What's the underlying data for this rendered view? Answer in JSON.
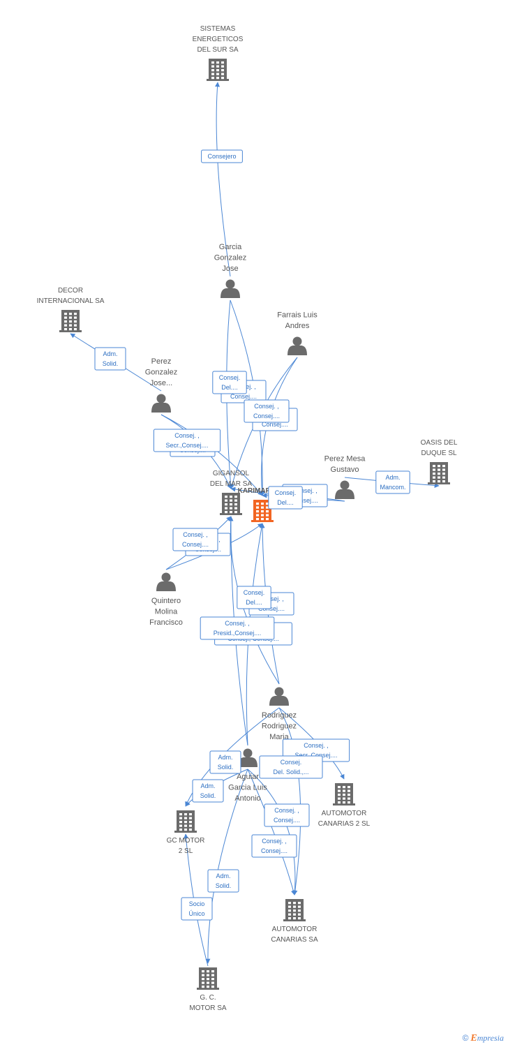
{
  "colors": {
    "edge": "#4a86d4",
    "icon": "#6b6b6b",
    "focus": "#f26522"
  },
  "nodes": [
    {
      "id": "sistemas",
      "kind": "company",
      "lines": [
        "SISTEMAS",
        "ENERGETICOS",
        "DEL SUR SA"
      ]
    },
    {
      "id": "decor",
      "kind": "company",
      "lines": [
        "DECOR",
        "INTERNACIONAL SA"
      ]
    },
    {
      "id": "garcia",
      "kind": "person",
      "lines": [
        "Garcia",
        "Gonzalez",
        "Jose"
      ]
    },
    {
      "id": "farrais",
      "kind": "person",
      "lines": [
        "Farrais Luis",
        "Andres"
      ]
    },
    {
      "id": "perezgj",
      "kind": "person",
      "lines": [
        "Perez",
        "Gonzalez",
        "Jose..."
      ]
    },
    {
      "id": "perezmesa",
      "kind": "person",
      "lines": [
        "Perez Mesa",
        "Gustavo"
      ]
    },
    {
      "id": "oasis",
      "kind": "company",
      "lines": [
        "OASIS DEL",
        "DUQUE SL"
      ]
    },
    {
      "id": "gigansol",
      "kind": "company",
      "lines": [
        "GIGANSOL",
        "DEL MAR SA"
      ]
    },
    {
      "id": "karimar",
      "kind": "focus",
      "lines": [
        "KARIMAR SL"
      ]
    },
    {
      "id": "quintero",
      "kind": "person",
      "lines": [
        "Quintero",
        "Molina",
        "Francisco"
      ]
    },
    {
      "id": "rodriguez",
      "kind": "person",
      "lines": [
        "Rodriguez",
        "Rodriguez",
        "Maria"
      ]
    },
    {
      "id": "aguiar",
      "kind": "person",
      "lines": [
        "Aguiar",
        "Garcia Luis",
        "Antonio"
      ]
    },
    {
      "id": "automotor2",
      "kind": "company",
      "lines": [
        "AUTOMOTOR",
        "CANARIAS 2 SL"
      ]
    },
    {
      "id": "gcmotor2",
      "kind": "company",
      "lines": [
        "GC MOTOR",
        "2 SL"
      ]
    },
    {
      "id": "automotor",
      "kind": "company",
      "lines": [
        "AUTOMOTOR",
        "CANARIAS SA"
      ]
    },
    {
      "id": "gcmotor",
      "kind": "company",
      "lines": [
        "G. C.",
        "MOTOR SA"
      ]
    }
  ],
  "relations": [
    {
      "from": "garcia",
      "to": "sistemas",
      "lines": [
        "Consejero"
      ]
    },
    {
      "from": "perezgj",
      "to": "decor",
      "lines": [
        "Adm.",
        "Solid."
      ]
    },
    {
      "from": "perezmesa",
      "to": "oasis",
      "lines": [
        "Adm.",
        "Mancom."
      ]
    },
    {
      "from": "garcia",
      "to": "karimar",
      "lines": [
        "Consej. ,",
        "Consej...."
      ]
    },
    {
      "from": "garcia",
      "to": "gigansol",
      "lines": [
        "Consej.",
        "Del...."
      ]
    },
    {
      "from": "farrais",
      "to": "karimar",
      "lines": [
        "Consej. ,",
        "Consej...."
      ]
    },
    {
      "from": "farrais",
      "to": "gigansol",
      "lines": [
        "Consej. ,",
        "Consej...."
      ]
    },
    {
      "from": "perezgj",
      "to": "karimar",
      "lines": [
        "Consej. ,",
        "Consej...."
      ]
    },
    {
      "from": "perezgj",
      "to": "gigansol",
      "lines": [
        "Consej. ,",
        "Secr.,Consej...."
      ]
    },
    {
      "from": "perezmesa",
      "to": "karimar",
      "lines": [
        "Consej. ,",
        "Consej...."
      ]
    },
    {
      "from": "perezmesa",
      "to": "gigansol",
      "lines": [
        "Consej.",
        "Del...."
      ]
    },
    {
      "from": "quintero",
      "to": "karimar",
      "lines": [
        "Consej. ,",
        "Consej...."
      ]
    },
    {
      "from": "quintero",
      "to": "gigansol",
      "lines": [
        "Consej. ,",
        "Consej...."
      ]
    },
    {
      "from": "rodriguez",
      "to": "karimar",
      "lines": [
        "Consej. ,",
        "Consej...."
      ]
    },
    {
      "from": "rodriguez",
      "to": "gigansol",
      "lines": [
        "Consej.",
        "Del...."
      ]
    },
    {
      "from": "aguiar",
      "to": "karimar",
      "lines": [
        "Consej. ,",
        "Consej., Consej...."
      ]
    },
    {
      "from": "aguiar",
      "to": "gigansol",
      "lines": [
        "Consej. ,",
        "Presid.,Consej...."
      ]
    },
    {
      "from": "rodriguez",
      "to": "automotor2",
      "lines": [
        "Consej. ,",
        "Secr.,Consej...."
      ]
    },
    {
      "from": "rodriguez",
      "to": "automotor",
      "lines": [
        "Consej.",
        "Del. Solid.,..."
      ]
    },
    {
      "from": "rodriguez",
      "to": "gcmotor2",
      "lines": [
        "Adm.",
        "Solid."
      ]
    },
    {
      "from": "aguiar",
      "to": "gcmotor2",
      "lines": [
        "Adm.",
        "Solid."
      ]
    },
    {
      "from": "aguiar",
      "to": "automotor",
      "lines": [
        "Consej. ,",
        "Consej...."
      ]
    },
    {
      "from": "aguiar",
      "to": "automotor",
      "lines": [
        "Consej. ,",
        "Consej...."
      ]
    },
    {
      "from": "aguiar",
      "to": "gcmotor",
      "lines": [
        "Adm.",
        "Solid."
      ]
    },
    {
      "from": "gcmotor",
      "to": "gcmotor2",
      "lines": [
        "Socio",
        "Único"
      ]
    }
  ],
  "footer": {
    "copyright": "©",
    "brand_initial": "E",
    "brand_rest": "mpresia"
  }
}
